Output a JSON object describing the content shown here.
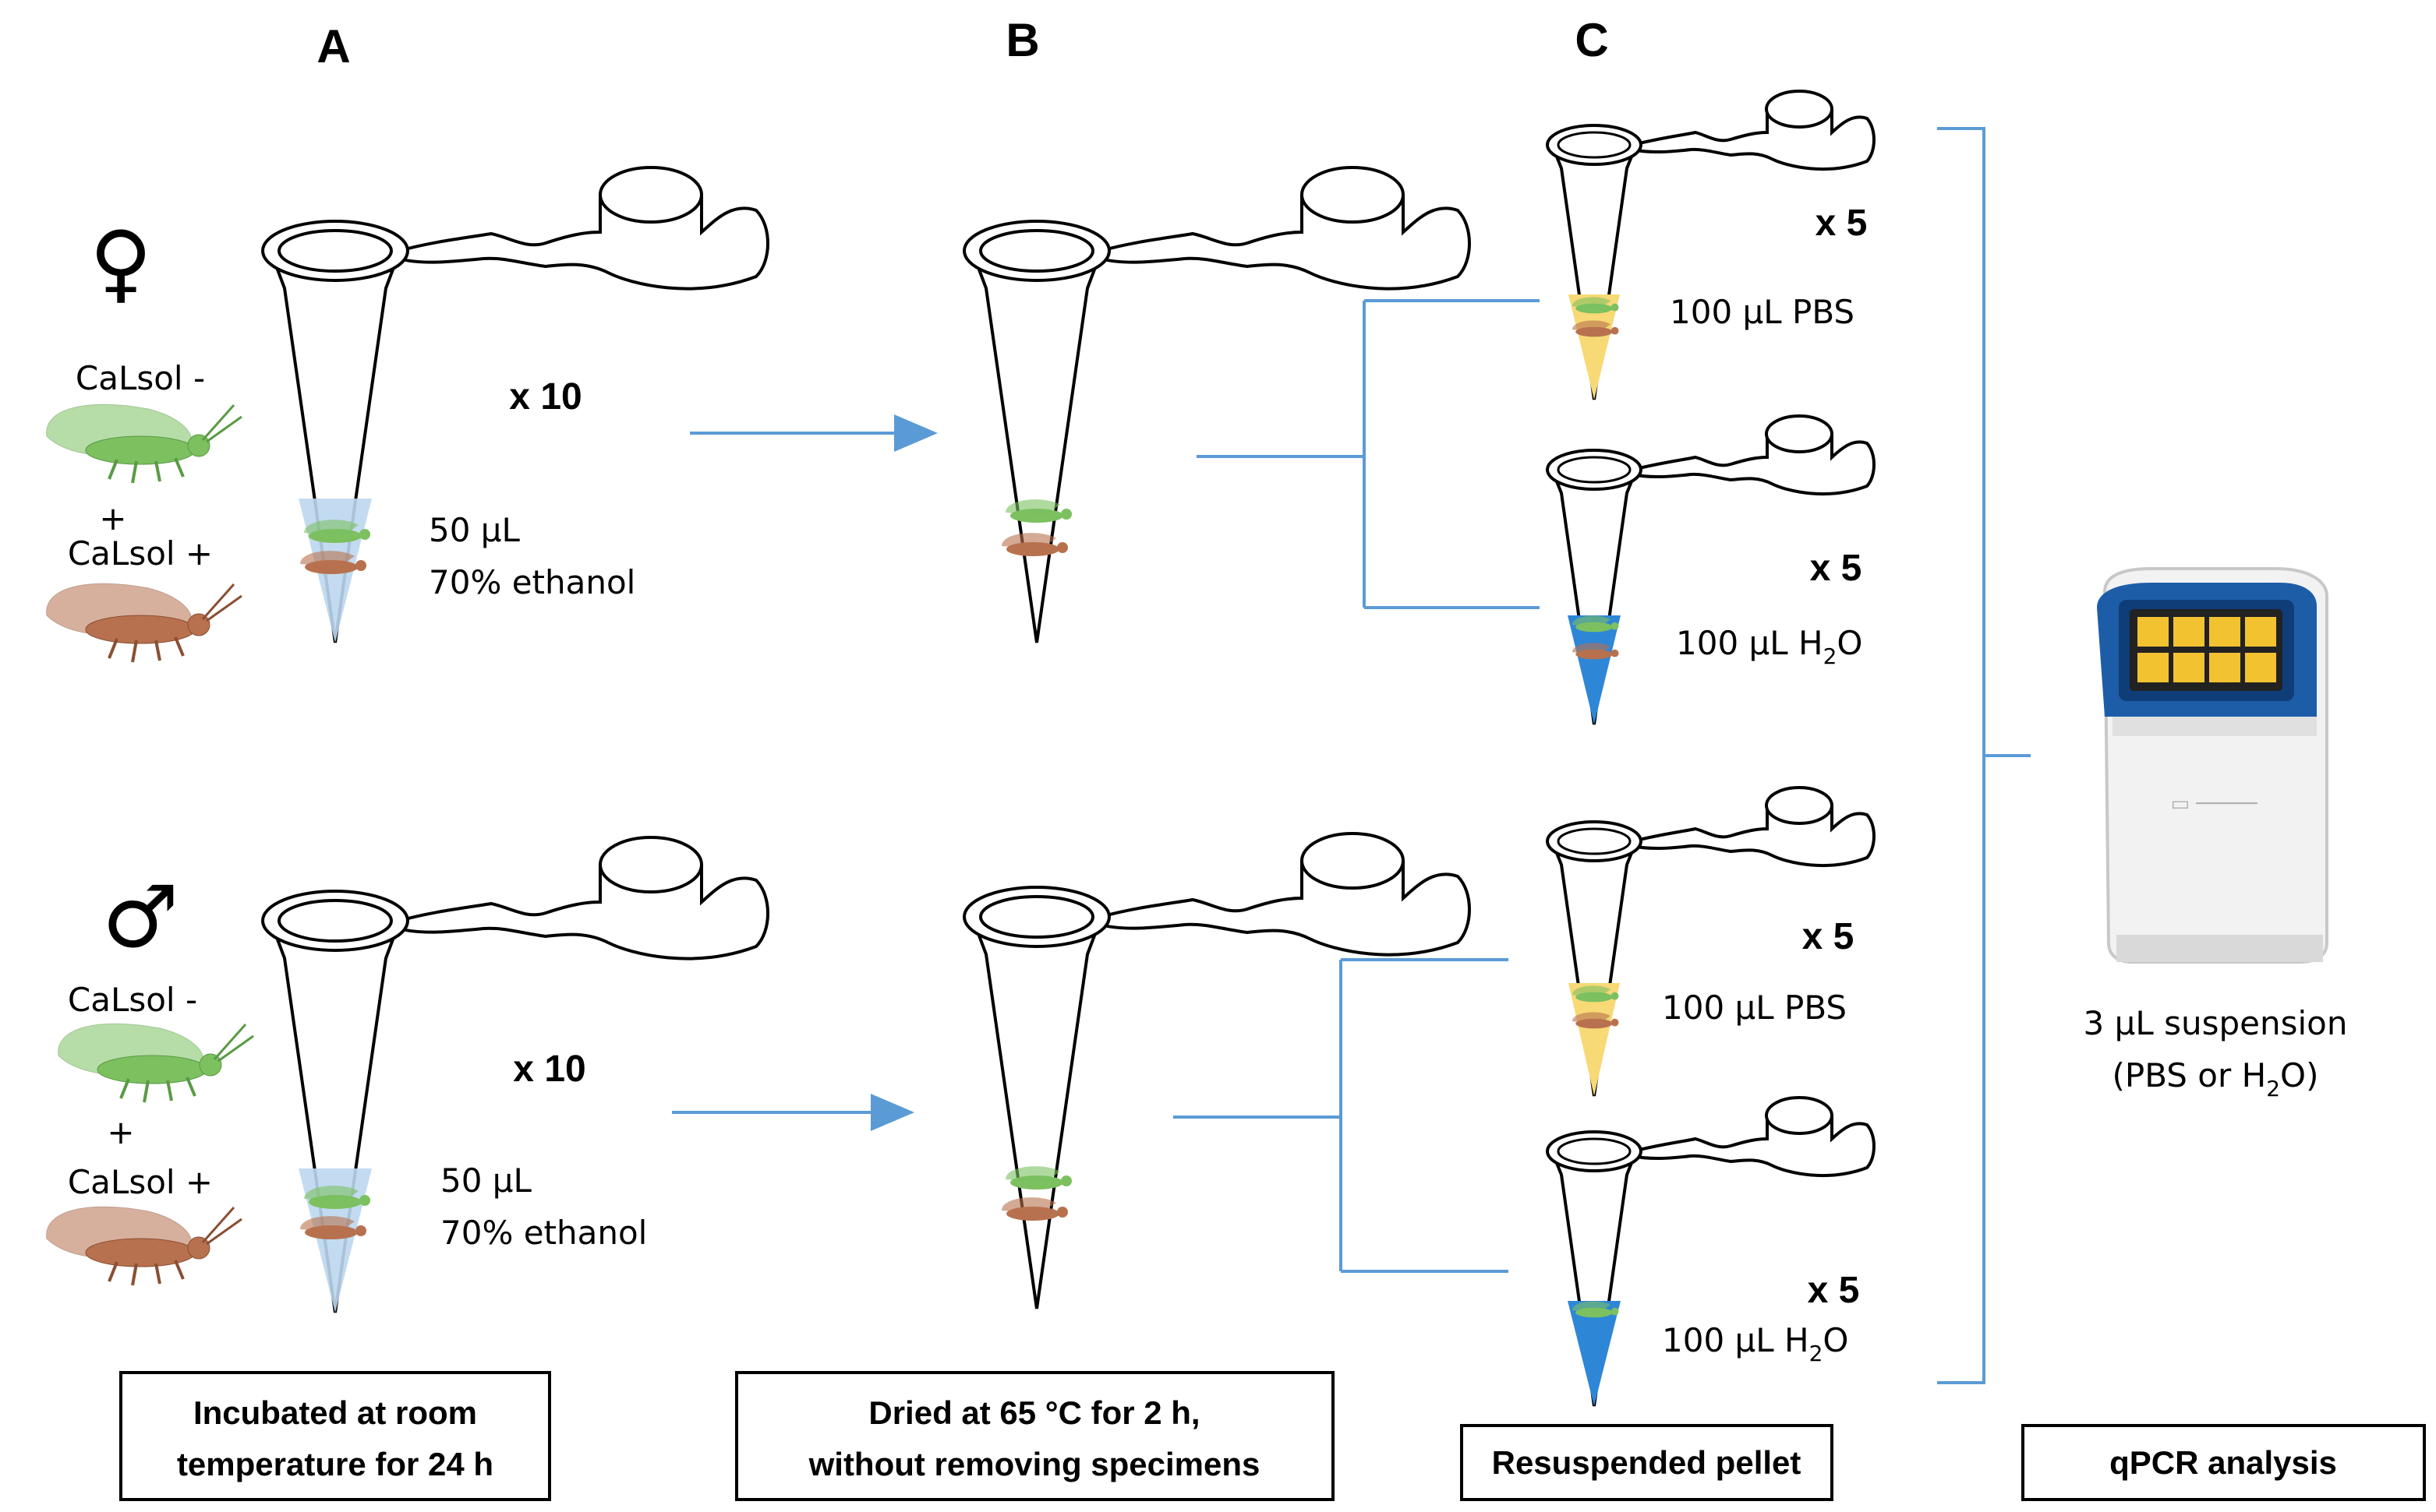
{
  "columns": {
    "a": "A",
    "b": "B",
    "c": "C"
  },
  "female": {
    "symbol": "♀",
    "calsol_neg": "CaLsol -",
    "plus": "+",
    "calsol_pos": "CaLsol +",
    "multiplier": "x 10",
    "volume": "50 μL",
    "solution": "70% ethanol"
  },
  "male": {
    "symbol": "♂",
    "calsol_neg": "CaLsol -",
    "plus": "+",
    "calsol_pos": "CaLsol +",
    "multiplier": "x 10",
    "volume": "50 μL",
    "solution": "70% ethanol"
  },
  "resuspension": [
    {
      "multiplier": "x 5",
      "label": "100 μL PBS",
      "liquid": "#f7d976"
    },
    {
      "multiplier": "x 5",
      "label_prefix": "100 μL H",
      "sub": "2",
      "suffix": "O",
      "liquid": "#2e86d6"
    },
    {
      "multiplier": "x 5",
      "label": "100 μL PBS",
      "liquid": "#f7d976"
    },
    {
      "multiplier": "x 5",
      "label_prefix": "100 μL H",
      "sub": "2",
      "suffix": "O",
      "liquid": "#2e86d6"
    }
  ],
  "qpcr": {
    "line1": "3 μL suspension",
    "line2_prefix": "(PBS or H",
    "line2_sub": "2",
    "line2_suffix": "O)"
  },
  "steps": {
    "a_line1": "Incubated at room",
    "a_line2": "temperature for 24 h",
    "b_line1": "Dried at 65 °C for 2 h,",
    "b_line2": "without removing specimens",
    "c": "Resuspended pellet",
    "d": "qPCR analysis"
  },
  "colors": {
    "arrow": "#5b9bd5",
    "ethanol": "#bdd7ee",
    "insect_green": "#7cc060",
    "insect_brown": "#b8714e"
  }
}
